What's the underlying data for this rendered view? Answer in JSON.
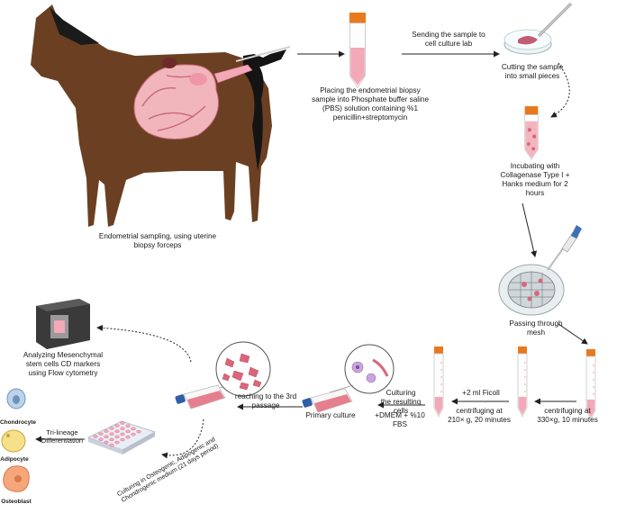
{
  "labels": {
    "sampling": "Endometrial sampling, using uterine biopsy forceps",
    "placing": "Placing the endometrial biopsy sample into Phosphate buffer saline (PBS) solution containing %1 penicillin+streptomycin",
    "sending": "Sending the sample to cell culture lab",
    "cutting": "Cutting the sample into small pieces",
    "incubating": "Incubating with Collagenase Type I + Hanks medium for 2 hours",
    "mesh": "Passing through mesh",
    "centrifuge1": "centrifuging at 330×g, 10 minutes",
    "ficoll": "+2 ml Ficoll",
    "centrifuge2": "centrifuging at 210× g, 20 minutes",
    "culturing": "Culturing the resulting cells",
    "dmem": "+DMEM + %10 FBS",
    "primary": "Primary culture",
    "passage": "reaching to the 3rd passage",
    "flow": "Analyzing Mesenchymal stem cells CD markers using Flow cytometry",
    "culturing_media": "Culturing in Osteogenic, Adipogenic and Chondrogenic medium (21 days period)",
    "trilineage": "Tri-lineage Differentiation",
    "chondrocyte": "Chondrocyte",
    "adipocyte": "Adipocyte",
    "osteoblast": "Osteoblast"
  },
  "icons": {
    "horse": "horse-icon",
    "tube": "falcon-tube-icon",
    "dish": "petri-dish-icon",
    "mesh": "cell-strainer-icon",
    "pipette": "pipette-icon",
    "flask": "culture-flask-icon",
    "cytometer": "flow-cytometer-icon",
    "plate": "well-plate-icon"
  },
  "colors": {
    "horse": "#6b3f22",
    "tube_cap": "#e8791f",
    "tube_liquid": "#f3a9b8",
    "tissue": "#d9667a",
    "arrow": "#222222",
    "pipette": "#3f6fb5"
  }
}
